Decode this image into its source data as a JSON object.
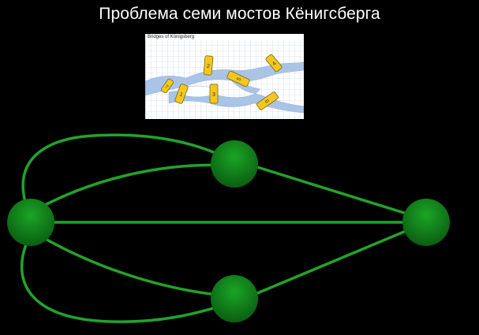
{
  "slide": {
    "title": "Проблема семи мостов Кёнигсберга"
  },
  "map": {
    "caption": "Bridges of Königsberg",
    "bridge_numbers": [
      "1",
      "2",
      "3",
      "4",
      "5",
      "6",
      "7"
    ],
    "colors": {
      "water": "#a9c4e6",
      "grid": "#b9c8e8",
      "bridge": "#f2c81d",
      "bridge_edge": "#7a6410"
    }
  },
  "graph": {
    "nodes": [
      "north-bank",
      "kneiphof-island",
      "lomse-island",
      "south-bank"
    ],
    "edges": [
      [
        "kneiphof-island",
        "north-bank"
      ],
      [
        "kneiphof-island",
        "north-bank"
      ],
      [
        "kneiphof-island",
        "south-bank"
      ],
      [
        "kneiphof-island",
        "south-bank"
      ],
      [
        "kneiphof-island",
        "lomse-island"
      ],
      [
        "north-bank",
        "lomse-island"
      ],
      [
        "south-bank",
        "lomse-island"
      ]
    ],
    "colors": {
      "edge": "#22a32a",
      "node_top": "#1aa524",
      "node_bottom": "#0b5e12"
    }
  }
}
